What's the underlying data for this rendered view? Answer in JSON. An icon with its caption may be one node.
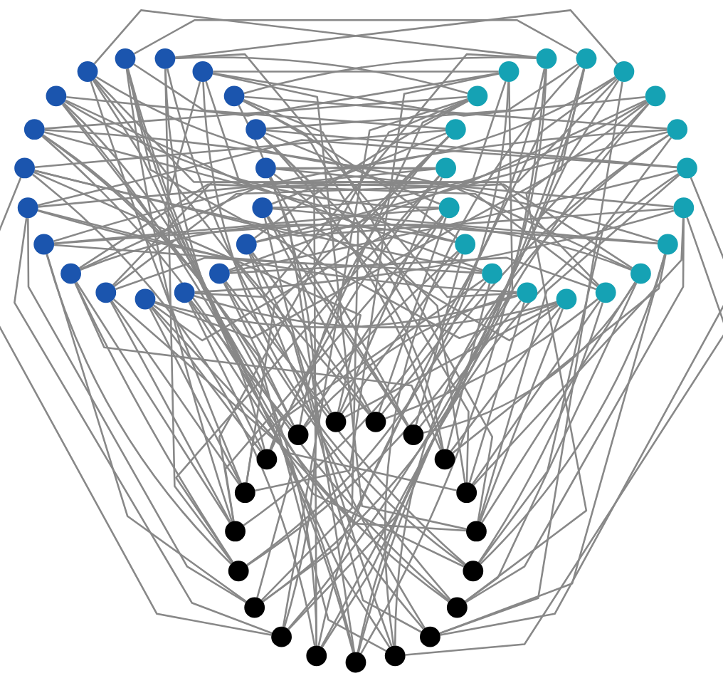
{
  "diagram": {
    "nodes": [
      {
        "text": [],
        "shape": "circle"
      },
      {
        "text": [],
        "shape": "circle"
      },
      {
        "text": [],
        "shape": "circle"
      },
      {
        "text": [],
        "shape": "circle"
      },
      {
        "text": [],
        "shape": "circle"
      },
      {
        "text": [],
        "shape": "circle"
      },
      {
        "text": [],
        "shape": "circle"
      },
      {
        "text": [],
        "shape": "circle"
      },
      {
        "text": [],
        "shape": "circle"
      },
      {
        "text": [],
        "shape": "circle"
      },
      {
        "text": [],
        "shape": "circle"
      },
      {
        "text": [],
        "shape": "circle"
      },
      {
        "text": [],
        "shape": "circle"
      },
      {
        "text": [],
        "shape": "circle"
      },
      {
        "text": [],
        "shape": "circle"
      },
      {
        "text": [],
        "shape": "circle"
      },
      {
        "text": [],
        "shape": "circle"
      },
      {
        "text": [],
        "shape": "circle"
      },
      {
        "text": [],
        "shape": "circle"
      },
      {
        "text": [],
        "shape": "circle"
      },
      {
        "text": [],
        "shape": "circle"
      },
      {
        "text": [],
        "shape": "circle"
      },
      {
        "text": [],
        "shape": "circle"
      },
      {
        "text": [],
        "shape": "circle"
      },
      {
        "text": [],
        "shape": "circle"
      },
      {
        "text": [],
        "shape": "circle"
      },
      {
        "text": [],
        "shape": "circle"
      },
      {
        "text": [],
        "shape": "circle"
      },
      {
        "text": [],
        "shape": "circle"
      },
      {
        "text": [],
        "shape": "circle"
      },
      {
        "text": [],
        "shape": "circle"
      },
      {
        "text": [],
        "shape": "circle"
      },
      {
        "text": [],
        "shape": "circle"
      },
      {
        "text": [],
        "shape": "circle"
      },
      {
        "text": [],
        "shape": "circle"
      },
      {
        "text": [],
        "shape": "circle"
      },
      {
        "text": [],
        "shape": "circle"
      },
      {
        "text": [],
        "shape": "circle"
      },
      {
        "text": [],
        "shape": "circle"
      },
      {
        "text": [],
        "shape": "circle"
      },
      {
        "text": [],
        "shape": "circle"
      },
      {
        "text": [],
        "shape": "circle"
      },
      {
        "text": [],
        "shape": "circle"
      },
      {
        "text": [],
        "shape": "circle"
      },
      {
        "text": [],
        "shape": "circle"
      },
      {
        "text": [],
        "shape": "circle"
      },
      {
        "text": [],
        "shape": "circle"
      },
      {
        "text": [],
        "shape": "circle"
      },
      {
        "text": [],
        "shape": "circle"
      },
      {
        "text": [],
        "shape": "circle"
      },
      {
        "text": [],
        "shape": "circle"
      },
      {
        "text": [],
        "shape": "circle"
      },
      {
        "text": [],
        "shape": "circle"
      },
      {
        "text": [],
        "shape": "circle"
      },
      {
        "text": [],
        "shape": "circle"
      },
      {
        "text": [],
        "shape": "circle"
      },
      {
        "text": [],
        "shape": "circle"
      }
    ],
    "edges": [
      {
        "from": 0,
        "to": 20,
        "arrow": "none"
      },
      {
        "from": 0,
        "to": 26,
        "arrow": "none"
      },
      {
        "from": 0,
        "to": 30,
        "arrow": "none"
      },
      {
        "from": 1,
        "to": 21,
        "arrow": "none"
      },
      {
        "from": 1,
        "to": 27,
        "arrow": "none"
      },
      {
        "from": 1,
        "to": 31,
        "arrow": "none"
      },
      {
        "from": 2,
        "to": 22,
        "arrow": "none"
      },
      {
        "from": 2,
        "to": 28,
        "arrow": "none"
      },
      {
        "from": 2,
        "to": 32,
        "arrow": "none"
      },
      {
        "from": 3,
        "to": 23,
        "arrow": "none"
      },
      {
        "from": 3,
        "to": 29,
        "arrow": "none"
      },
      {
        "from": 3,
        "to": 33,
        "arrow": "none"
      },
      {
        "from": 4,
        "to": 24,
        "arrow": "none"
      },
      {
        "from": 4,
        "to": 30,
        "arrow": "none"
      },
      {
        "from": 4,
        "to": 34,
        "arrow": "none"
      },
      {
        "from": 5,
        "to": 25,
        "arrow": "none"
      },
      {
        "from": 5,
        "to": 31,
        "arrow": "none"
      },
      {
        "from": 5,
        "to": 35,
        "arrow": "none"
      },
      {
        "from": 6,
        "to": 26,
        "arrow": "none"
      },
      {
        "from": 6,
        "to": 32,
        "arrow": "none"
      },
      {
        "from": 6,
        "to": 36,
        "arrow": "none"
      },
      {
        "from": 7,
        "to": 27,
        "arrow": "none"
      },
      {
        "from": 7,
        "to": 33,
        "arrow": "none"
      },
      {
        "from": 7,
        "to": 37,
        "arrow": "none"
      },
      {
        "from": 8,
        "to": 28,
        "arrow": "none"
      },
      {
        "from": 8,
        "to": 34,
        "arrow": "none"
      },
      {
        "from": 8,
        "to": 19,
        "arrow": "none"
      },
      {
        "from": 9,
        "to": 29,
        "arrow": "none"
      },
      {
        "from": 9,
        "to": 35,
        "arrow": "none"
      },
      {
        "from": 9,
        "to": 20,
        "arrow": "none"
      },
      {
        "from": 10,
        "to": 30,
        "arrow": "none"
      },
      {
        "from": 10,
        "to": 36,
        "arrow": "none"
      },
      {
        "from": 10,
        "to": 21,
        "arrow": "none"
      },
      {
        "from": 11,
        "to": 31,
        "arrow": "none"
      },
      {
        "from": 11,
        "to": 37,
        "arrow": "none"
      },
      {
        "from": 11,
        "to": 22,
        "arrow": "none"
      },
      {
        "from": 12,
        "to": 32,
        "arrow": "none"
      },
      {
        "from": 12,
        "to": 19,
        "arrow": "none"
      },
      {
        "from": 12,
        "to": 23,
        "arrow": "none"
      },
      {
        "from": 13,
        "to": 33,
        "arrow": "none"
      },
      {
        "from": 13,
        "to": 20,
        "arrow": "none"
      },
      {
        "from": 13,
        "to": 24,
        "arrow": "none"
      },
      {
        "from": 14,
        "to": 34,
        "arrow": "none"
      },
      {
        "from": 14,
        "to": 21,
        "arrow": "none"
      },
      {
        "from": 14,
        "to": 25,
        "arrow": "none"
      },
      {
        "from": 15,
        "to": 35,
        "arrow": "none"
      },
      {
        "from": 15,
        "to": 22,
        "arrow": "none"
      },
      {
        "from": 15,
        "to": 26,
        "arrow": "none"
      },
      {
        "from": 16,
        "to": 36,
        "arrow": "none"
      },
      {
        "from": 16,
        "to": 23,
        "arrow": "none"
      },
      {
        "from": 16,
        "to": 27,
        "arrow": "none"
      },
      {
        "from": 17,
        "to": 37,
        "arrow": "none"
      },
      {
        "from": 17,
        "to": 24,
        "arrow": "none"
      },
      {
        "from": 17,
        "to": 28,
        "arrow": "none"
      },
      {
        "from": 18,
        "to": 19,
        "arrow": "none"
      },
      {
        "from": 18,
        "to": 25,
        "arrow": "none"
      },
      {
        "from": 18,
        "to": 29,
        "arrow": "none"
      },
      {
        "from": 19,
        "to": 42,
        "arrow": "none"
      },
      {
        "from": 19,
        "to": 44,
        "arrow": "none"
      },
      {
        "from": 19,
        "to": 47,
        "arrow": "none"
      },
      {
        "from": 20,
        "to": 43,
        "arrow": "none"
      },
      {
        "from": 20,
        "to": 45,
        "arrow": "none"
      },
      {
        "from": 20,
        "to": 48,
        "arrow": "none"
      },
      {
        "from": 21,
        "to": 44,
        "arrow": "none"
      },
      {
        "from": 21,
        "to": 46,
        "arrow": "none"
      },
      {
        "from": 21,
        "to": 49,
        "arrow": "none"
      },
      {
        "from": 22,
        "to": 45,
        "arrow": "none"
      },
      {
        "from": 22,
        "to": 47,
        "arrow": "none"
      },
      {
        "from": 22,
        "to": 50,
        "arrow": "none"
      },
      {
        "from": 23,
        "to": 46,
        "arrow": "none"
      },
      {
        "from": 23,
        "to": 48,
        "arrow": "none"
      },
      {
        "from": 23,
        "to": 51,
        "arrow": "none"
      },
      {
        "from": 24,
        "to": 47,
        "arrow": "none"
      },
      {
        "from": 24,
        "to": 49,
        "arrow": "none"
      },
      {
        "from": 24,
        "to": 52,
        "arrow": "none"
      },
      {
        "from": 25,
        "to": 48,
        "arrow": "none"
      },
      {
        "from": 25,
        "to": 50,
        "arrow": "none"
      },
      {
        "from": 25,
        "to": 53,
        "arrow": "none"
      },
      {
        "from": 26,
        "to": 49,
        "arrow": "none"
      },
      {
        "from": 26,
        "to": 51,
        "arrow": "none"
      },
      {
        "from": 26,
        "to": 54,
        "arrow": "none"
      },
      {
        "from": 27,
        "to": 50,
        "arrow": "none"
      },
      {
        "from": 27,
        "to": 52,
        "arrow": "none"
      },
      {
        "from": 27,
        "to": 55,
        "arrow": "none"
      },
      {
        "from": 28,
        "to": 51,
        "arrow": "none"
      },
      {
        "from": 28,
        "to": 53,
        "arrow": "none"
      },
      {
        "from": 28,
        "to": 56,
        "arrow": "none"
      },
      {
        "from": 29,
        "to": 52,
        "arrow": "none"
      },
      {
        "from": 29,
        "to": 54,
        "arrow": "none"
      },
      {
        "from": 29,
        "to": 38,
        "arrow": "none"
      },
      {
        "from": 30,
        "to": 53,
        "arrow": "none"
      },
      {
        "from": 30,
        "to": 55,
        "arrow": "none"
      },
      {
        "from": 30,
        "to": 39,
        "arrow": "none"
      },
      {
        "from": 31,
        "to": 54,
        "arrow": "none"
      },
      {
        "from": 31,
        "to": 56,
        "arrow": "none"
      },
      {
        "from": 31,
        "to": 40,
        "arrow": "none"
      },
      {
        "from": 32,
        "to": 55,
        "arrow": "none"
      },
      {
        "from": 32,
        "to": 38,
        "arrow": "none"
      },
      {
        "from": 32,
        "to": 41,
        "arrow": "none"
      },
      {
        "from": 33,
        "to": 56,
        "arrow": "none"
      },
      {
        "from": 33,
        "to": 39,
        "arrow": "none"
      },
      {
        "from": 33,
        "to": 42,
        "arrow": "none"
      },
      {
        "from": 34,
        "to": 38,
        "arrow": "none"
      },
      {
        "from": 34,
        "to": 40,
        "arrow": "none"
      },
      {
        "from": 34,
        "to": 43,
        "arrow": "none"
      },
      {
        "from": 35,
        "to": 39,
        "arrow": "none"
      },
      {
        "from": 35,
        "to": 41,
        "arrow": "none"
      },
      {
        "from": 35,
        "to": 44,
        "arrow": "none"
      },
      {
        "from": 36,
        "to": 40,
        "arrow": "none"
      },
      {
        "from": 36,
        "to": 42,
        "arrow": "none"
      },
      {
        "from": 36,
        "to": 45,
        "arrow": "none"
      },
      {
        "from": 37,
        "to": 41,
        "arrow": "none"
      },
      {
        "from": 37,
        "to": 43,
        "arrow": "none"
      },
      {
        "from": 37,
        "to": 46,
        "arrow": "none"
      },
      {
        "from": 38,
        "to": 5,
        "arrow": "none"
      },
      {
        "from": 38,
        "to": 16,
        "arrow": "none"
      },
      {
        "from": 38,
        "to": 17,
        "arrow": "none"
      },
      {
        "from": 39,
        "to": 6,
        "arrow": "none"
      },
      {
        "from": 39,
        "to": 17,
        "arrow": "none"
      },
      {
        "from": 39,
        "to": 18,
        "arrow": "none"
      },
      {
        "from": 40,
        "to": 7,
        "arrow": "none"
      },
      {
        "from": 40,
        "to": 18,
        "arrow": "none"
      },
      {
        "from": 40,
        "to": 0,
        "arrow": "none"
      },
      {
        "from": 41,
        "to": 8,
        "arrow": "none"
      },
      {
        "from": 41,
        "to": 0,
        "arrow": "none"
      },
      {
        "from": 41,
        "to": 1,
        "arrow": "none"
      },
      {
        "from": 42,
        "to": 9,
        "arrow": "none"
      },
      {
        "from": 42,
        "to": 1,
        "arrow": "none"
      },
      {
        "from": 42,
        "to": 2,
        "arrow": "none"
      },
      {
        "from": 43,
        "to": 10,
        "arrow": "none"
      },
      {
        "from": 43,
        "to": 2,
        "arrow": "none"
      },
      {
        "from": 43,
        "to": 3,
        "arrow": "none"
      },
      {
        "from": 44,
        "to": 11,
        "arrow": "none"
      },
      {
        "from": 44,
        "to": 3,
        "arrow": "none"
      },
      {
        "from": 44,
        "to": 4,
        "arrow": "none"
      },
      {
        "from": 45,
        "to": 12,
        "arrow": "none"
      },
      {
        "from": 45,
        "to": 4,
        "arrow": "none"
      },
      {
        "from": 45,
        "to": 5,
        "arrow": "none"
      },
      {
        "from": 46,
        "to": 13,
        "arrow": "none"
      },
      {
        "from": 46,
        "to": 5,
        "arrow": "none"
      },
      {
        "from": 46,
        "to": 6,
        "arrow": "none"
      },
      {
        "from": 47,
        "to": 14,
        "arrow": "none"
      },
      {
        "from": 47,
        "to": 6,
        "arrow": "none"
      },
      {
        "from": 47,
        "to": 7,
        "arrow": "none"
      },
      {
        "from": 48,
        "to": 15,
        "arrow": "none"
      },
      {
        "from": 48,
        "to": 7,
        "arrow": "none"
      },
      {
        "from": 48,
        "to": 8,
        "arrow": "none"
      },
      {
        "from": 49,
        "to": 16,
        "arrow": "none"
      },
      {
        "from": 49,
        "to": 8,
        "arrow": "none"
      },
      {
        "from": 49,
        "to": 9,
        "arrow": "none"
      },
      {
        "from": 50,
        "to": 17,
        "arrow": "none"
      },
      {
        "from": 50,
        "to": 9,
        "arrow": "none"
      },
      {
        "from": 50,
        "to": 10,
        "arrow": "none"
      },
      {
        "from": 51,
        "to": 18,
        "arrow": "none"
      },
      {
        "from": 51,
        "to": 10,
        "arrow": "none"
      },
      {
        "from": 51,
        "to": 11,
        "arrow": "none"
      },
      {
        "from": 52,
        "to": 0,
        "arrow": "none"
      },
      {
        "from": 52,
        "to": 11,
        "arrow": "none"
      },
      {
        "from": 52,
        "to": 12,
        "arrow": "none"
      },
      {
        "from": 53,
        "to": 1,
        "arrow": "none"
      },
      {
        "from": 53,
        "to": 12,
        "arrow": "none"
      },
      {
        "from": 53,
        "to": 13,
        "arrow": "none"
      },
      {
        "from": 54,
        "to": 2,
        "arrow": "none"
      },
      {
        "from": 54,
        "to": 13,
        "arrow": "none"
      },
      {
        "from": 54,
        "to": 14,
        "arrow": "none"
      },
      {
        "from": 55,
        "to": 3,
        "arrow": "none"
      },
      {
        "from": 55,
        "to": 14,
        "arrow": "none"
      },
      {
        "from": 55,
        "to": 15,
        "arrow": "none"
      },
      {
        "from": 56,
        "to": 4,
        "arrow": "none"
      },
      {
        "from": 56,
        "to": 15,
        "arrow": "none"
      },
      {
        "from": 56,
        "to": 16,
        "arrow": "none"
      }
    ]
  }
}
